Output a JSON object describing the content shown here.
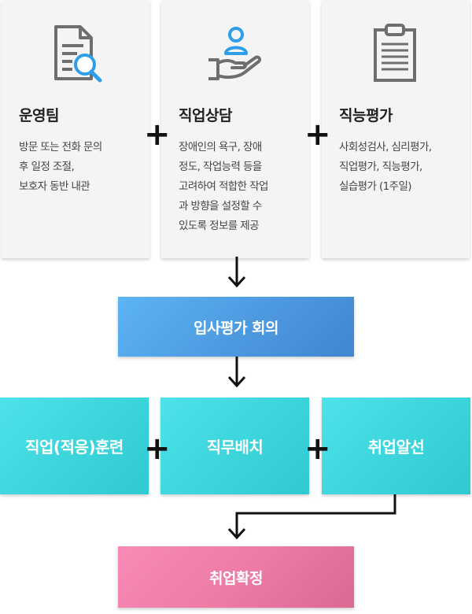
{
  "cards": [
    {
      "icon": "document-search-icon",
      "title": "운영팀",
      "desc": [
        "방문 또는 전화 문의",
        "후 일정 조절,",
        "보호자 동반 내관"
      ]
    },
    {
      "icon": "hand-person-icon",
      "title": "직업상담",
      "desc": [
        "장애인의 욕구, 장애",
        "정도, 작업능력 등을",
        "고려하여 적합한 작업",
        "과 방향을 설정할 수",
        "있도록 정보를 제공"
      ]
    },
    {
      "icon": "clipboard-icon",
      "title": "직능평가",
      "desc": [
        "사회성검사, 심리평가,",
        "직업평가, 직능평가,",
        "실습평가 (1주일)"
      ]
    }
  ],
  "meeting": {
    "label": "입사평가 회의"
  },
  "services": [
    {
      "label": "직업(적응)훈련"
    },
    {
      "label": "직무배치"
    },
    {
      "label": "취업알선"
    }
  ],
  "final": {
    "label": "취업확정"
  },
  "plus_symbol": "+",
  "colors": {
    "card_bg": "#f4f4f4",
    "icon_gray": "#6e6e6e",
    "icon_blue": "#2f9ee8",
    "meeting_blue": "#4d99e0",
    "service_teal": "#3dd6dc",
    "final_pink": "#ec7aa5"
  }
}
